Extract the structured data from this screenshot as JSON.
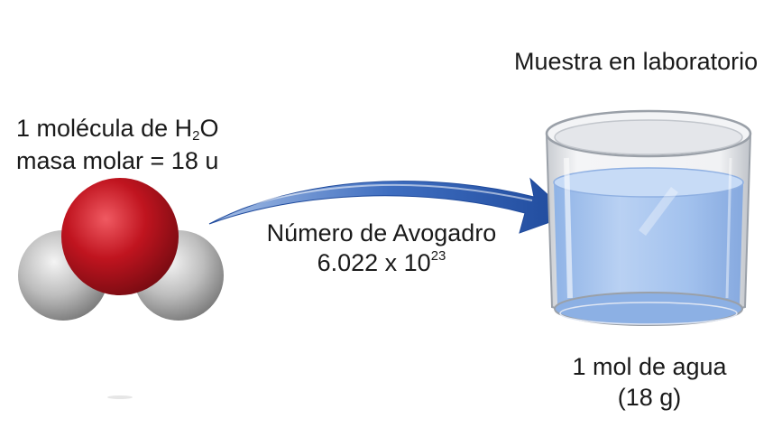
{
  "sample_label": "Muestra en laboratorio",
  "molecule": {
    "line1_prefix": "1 molécula de H",
    "subscript": "2",
    "line1_suffix": "O",
    "line2": "masa molar = 18 u"
  },
  "avogadro": {
    "name": "Número de Avogadro",
    "value_prefix": "6.022 x 10",
    "exponent": "23"
  },
  "beaker_label": {
    "line1": "1 mol de agua",
    "line2": "(18 g)"
  },
  "colors": {
    "oxygen": "#c0141f",
    "hydrogen": "#b8b8b8",
    "arrow": "#2f5fb0",
    "water": "#a9c6ee",
    "glass": "#9aa0a8"
  }
}
